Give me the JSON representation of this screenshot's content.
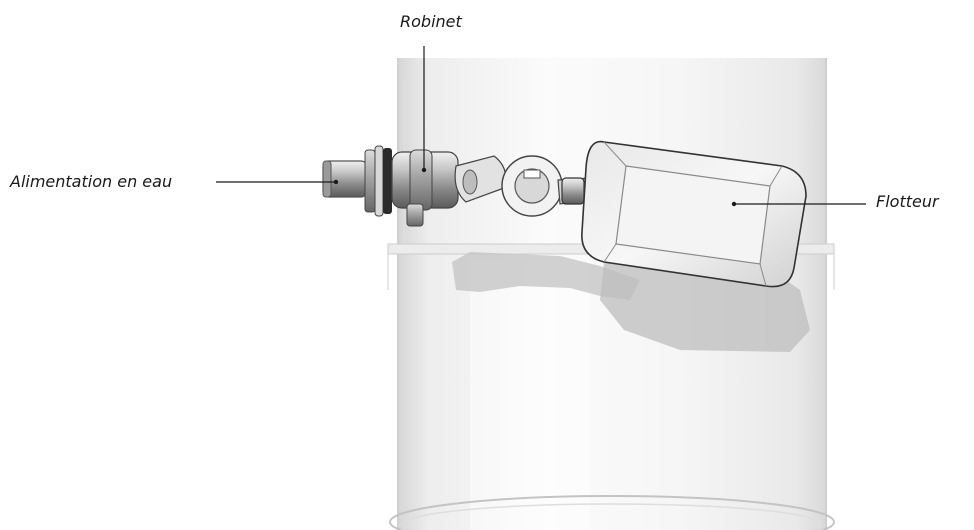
{
  "diagram": {
    "labels": {
      "robinet": "Robinet",
      "alimentation": "Alimentation en eau",
      "flotteur": "Flotteur"
    },
    "colors": {
      "ink": "#1a1a1a",
      "metal_dark": "#6e6e6e",
      "metal_mid": "#a8a8a8",
      "metal_light": "#e6e6e6",
      "shadow": "#bdbdbd",
      "tank_wall": "#f2f2f2"
    }
  }
}
